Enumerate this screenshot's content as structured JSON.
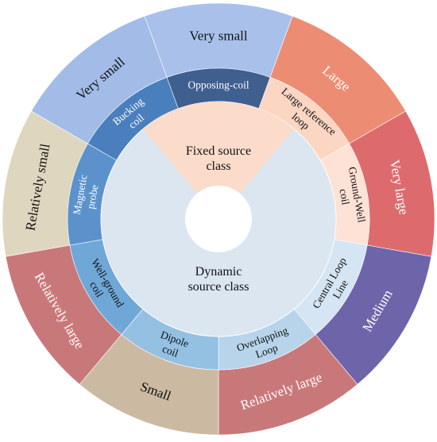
{
  "colors": {
    "background": "#ffffff",
    "center_hole": "#ffffff",
    "core_fixed": "#fbdccb",
    "core_dynamic": "#dbe6f1",
    "separator": "#ffffff",
    "text_dark": "#111111",
    "text_light": "#ffffff"
  },
  "core": [
    {
      "id": "fixed",
      "label": [
        "Fixed source",
        "class"
      ]
    },
    {
      "id": "dynamic",
      "label": [
        "Dynamic",
        "source class"
      ]
    }
  ],
  "middle_ring": [
    {
      "id": "large-reference-loop",
      "label": [
        "Large reference",
        "loop"
      ],
      "color": "#fbd6c2",
      "text": "dark"
    },
    {
      "id": "ground-well-coil",
      "label": [
        "Ground-Well",
        "coil"
      ],
      "color": "#fde2d5",
      "text": "dark"
    },
    {
      "id": "central-loop-line",
      "label": [
        "Central Loop",
        "Line"
      ],
      "color": "#d6e5f3",
      "text": "dark"
    },
    {
      "id": "overlapping-loop",
      "label": [
        "Overlapping",
        "Loop"
      ],
      "color": "#b7d4ea",
      "text": "dark"
    },
    {
      "id": "dipole-coil",
      "label": [
        "Dipole",
        "coil"
      ],
      "color": "#94c0e2",
      "text": "dark"
    },
    {
      "id": "well-ground-coil",
      "label": [
        "Well-ground",
        "coil"
      ],
      "color": "#6fa7d7",
      "text": "dark"
    },
    {
      "id": "magnetic-probe",
      "label": [
        "Magnetic",
        "probe"
      ],
      "color": "#5c92cb",
      "text": "light"
    },
    {
      "id": "bucking-coil",
      "label": [
        "Bucking",
        "coil"
      ],
      "color": "#4a7fbd",
      "text": "light"
    },
    {
      "id": "opposing-coil",
      "label": [
        "Opposing-coil"
      ],
      "color": "#3f5f8e",
      "text": "light"
    }
  ],
  "outer_ring": [
    {
      "id": "large",
      "label": "Large",
      "color": "#ec8d73"
    },
    {
      "id": "very-large",
      "label": "Very large",
      "color": "#dd6b6d"
    },
    {
      "id": "medium",
      "label": "Medium",
      "color": "#6e64aa"
    },
    {
      "id": "relatively-large-right",
      "label": "Relatively large",
      "color": "#c9787a"
    },
    {
      "id": "small",
      "label": "Small",
      "color": "#cbb9a2"
    },
    {
      "id": "relatively-large-bottom",
      "label": "Relatively large",
      "color": "#c9787a"
    },
    {
      "id": "relatively-small",
      "label": "Relatively small",
      "color": "#dfd6bf"
    },
    {
      "id": "very-small-left",
      "label": "Very small",
      "color": "#a2bbe7"
    },
    {
      "id": "very-small-upper-left",
      "label": "Very small",
      "color": "#a9c1ea"
    }
  ]
}
